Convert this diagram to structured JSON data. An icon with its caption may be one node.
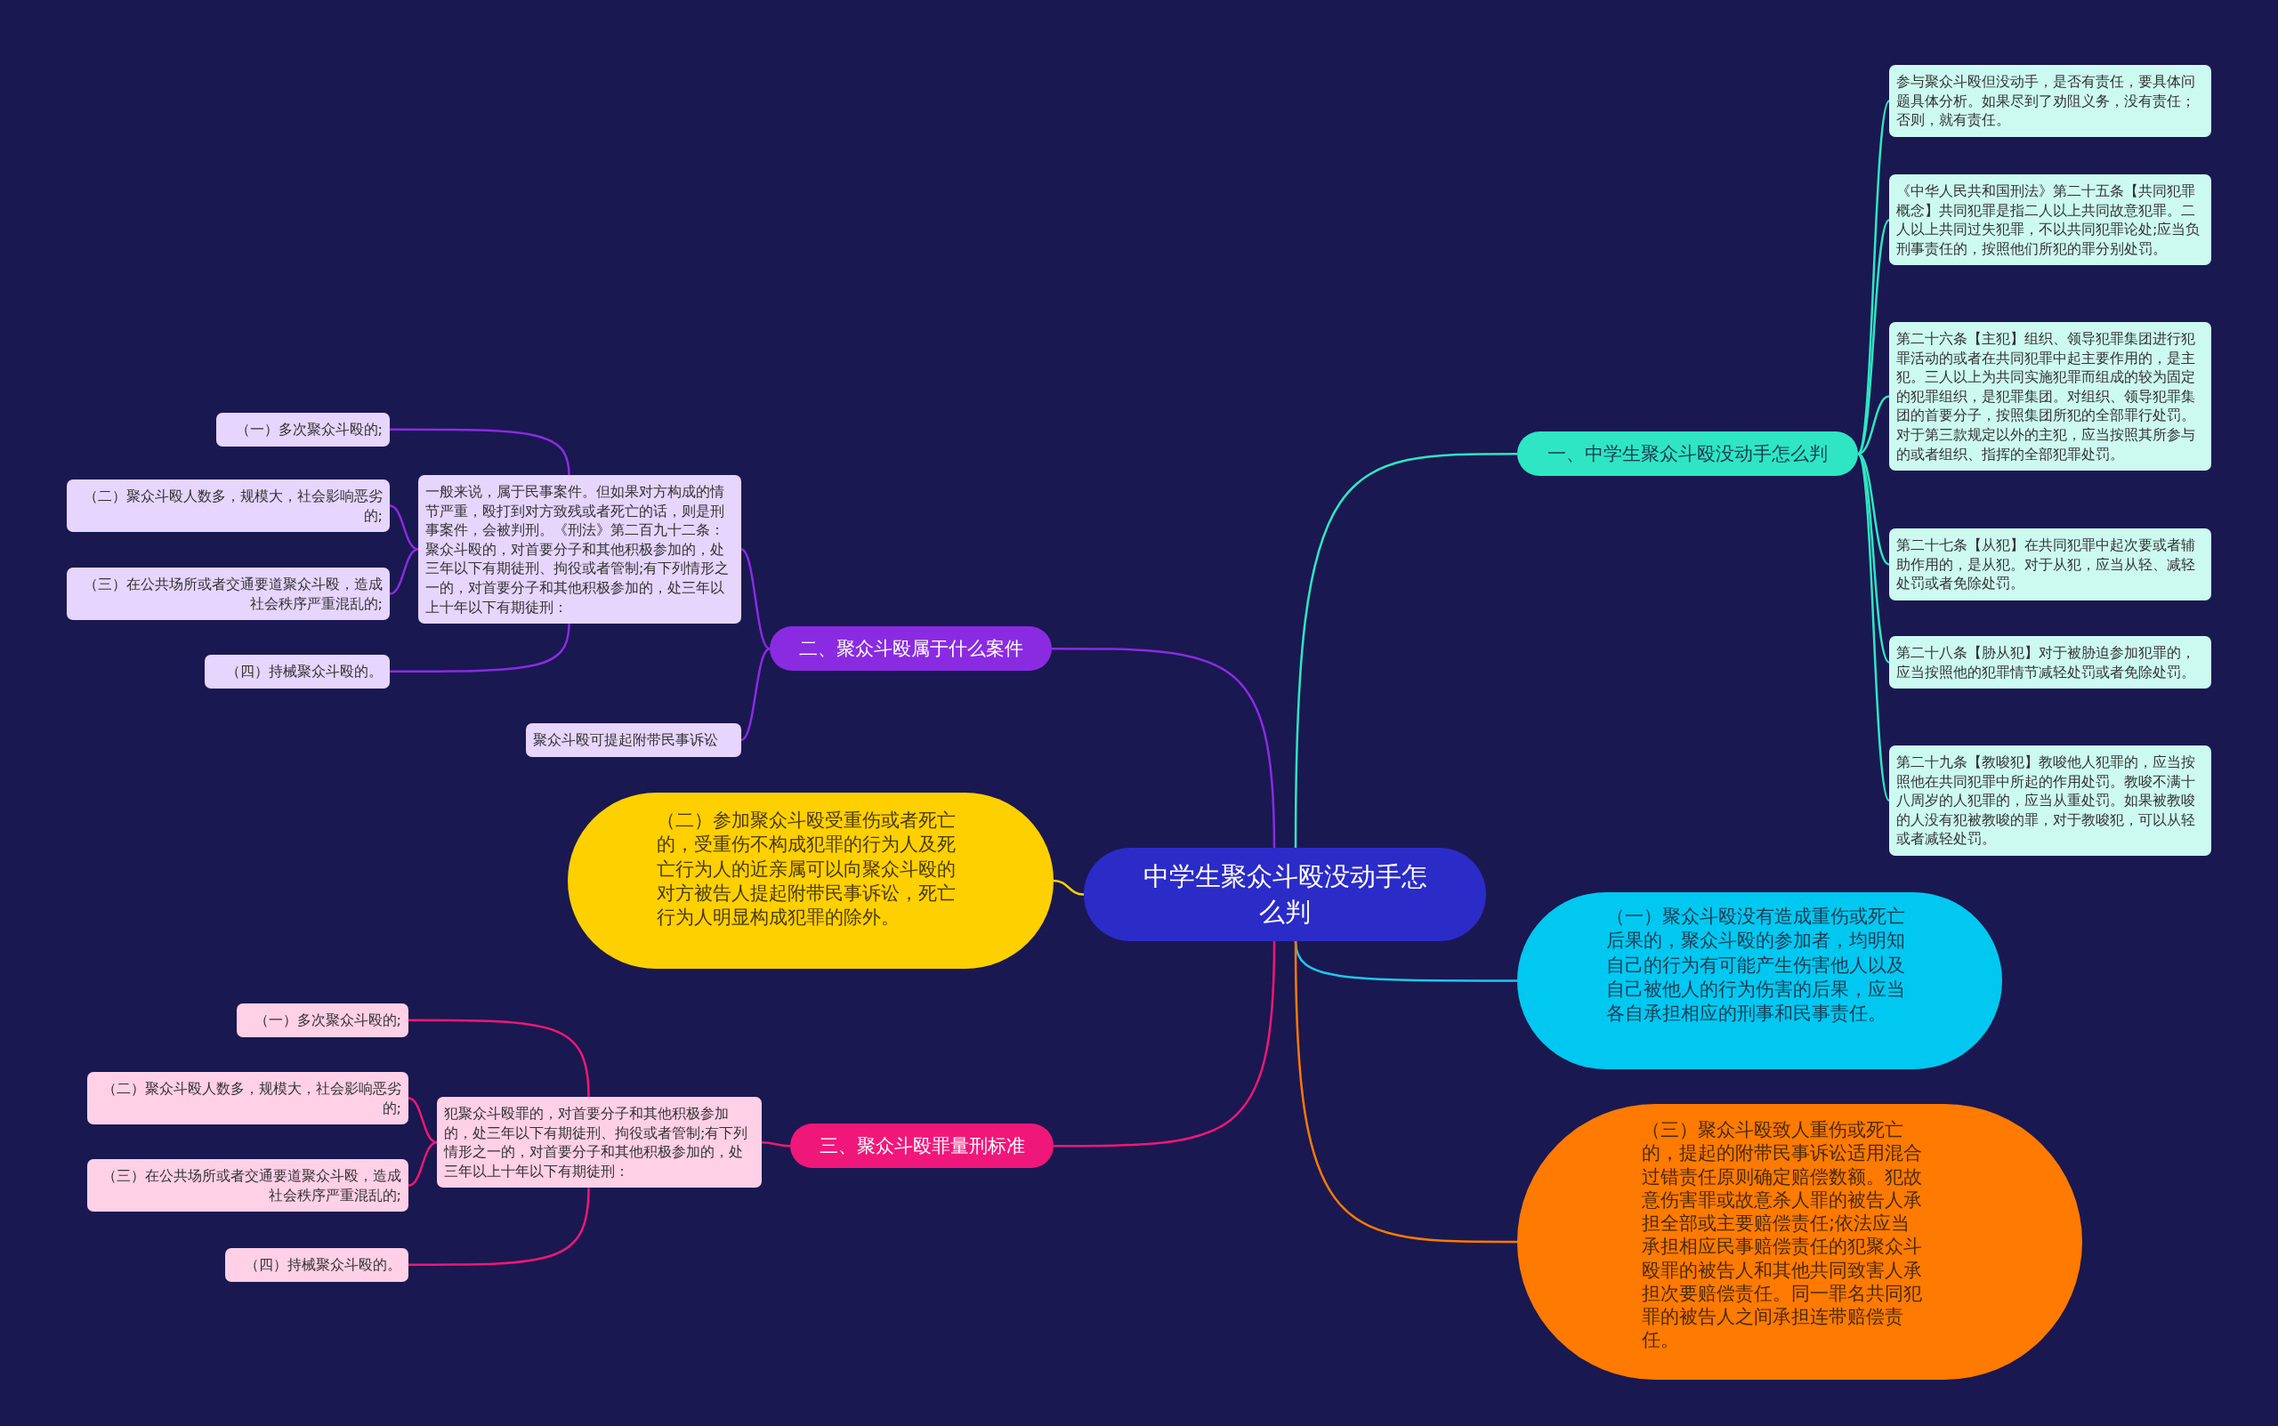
{
  "diagram": {
    "nodes": [
      {
        "text": [
          "中学生聚众斗殴没动手怎么判"
        ]
      },
      {
        "text": [
          "一、中学生聚众斗殴没动手怎么判"
        ]
      },
      {
        "text": [
          "参与聚众斗殴但没动手，是否有责任，要具体问题具体分析。如果尽到了劝阻义务，没有责任；否则，就有责任。"
        ]
      },
      {
        "text": [
          "《中华人民共和国刑法》第二十五条【共同犯罪概念】共同犯罪是指二人以上共同故意犯罪。二人以上共同过失犯罪，不以共同犯罪论处;应当负刑事责任的，按照他们所犯的罪分别处罚。"
        ]
      },
      {
        "text": [
          "第二十六条【主犯】组织、领导犯罪集团进行犯罪活动的或者在共同犯罪中起主要作用的，是主犯。三人以上为共同实施犯罪而组成的较为固定的犯罪组织，是犯罪集团。对组织、领导犯罪集团的首要分子，按照集团所犯的全部罪行处罚。对于第三款规定以外的主犯，应当按照其所参与的或者组织、指挥的全部犯罪处罚。"
        ]
      },
      {
        "text": [
          "第二十七条【从犯】在共同犯罪中起次要或者辅助作用的，是从犯。对于从犯，应当从轻、减轻处罚或者免除处罚。"
        ]
      },
      {
        "text": [
          "第二十八条【胁从犯】对于被胁迫参加犯罪的，应当按照他的犯罪情节减轻处罚或者免除处罚。"
        ]
      },
      {
        "text": [
          "第二十九条【教唆犯】教唆他人犯罪的，应当按照他在共同犯罪中所起的作用处罚。教唆不满十八周岁的人犯罪的，应当从重处罚。如果被教唆的人没有犯被教唆的罪，对于教唆犯，可以从轻或者减轻处罚。"
        ]
      },
      {
        "text": [
          "二、聚众斗殴属于什么案件"
        ]
      },
      {
        "text": [
          "一般来说，属于民事案件。但如果对方构成的情节严重，殴打到对方致残或者死亡的话，则是刑事案件，会被判刑。《刑法》第二百九十二条：聚众斗殴的，对首要分子和其他积极参加的，处三年以下有期徒刑、拘役或者管制;有下列情形之一的，对首要分子和其他积极参加的，处三年以上十年以下有期徒刑："
        ]
      },
      {
        "text": [
          "（一）多次聚众斗殴的;"
        ]
      },
      {
        "text": [
          "（二）聚众斗殴人数多，规模大，社会影响恶劣的;"
        ]
      },
      {
        "text": [
          "（三）在公共场所或者交通要道聚众斗殴，造成社会秩序严重混乱的;"
        ]
      },
      {
        "text": [
          "（四）持械聚众斗殴的。"
        ]
      },
      {
        "text": [
          "聚众斗殴可提起附带民事诉讼"
        ]
      },
      {
        "text": [
          "（二）参加聚众斗殴受重伤或者死亡的，受重伤不构成犯罪的行为人及死亡行为人的近亲属可以向聚众斗殴的对方被告人提起附带民事诉讼，死亡行为人明显构成犯罪的除外。"
        ]
      },
      {
        "text": [
          "（一）聚众斗殴没有造成重伤或死亡后果的，聚众斗殴的参加者，均明知自己的行为有可能产生伤害他人以及自己被他人的行为伤害的后果，应当各自承担相应的刑事和民事责任。"
        ]
      },
      {
        "text": [
          "（三）聚众斗殴致人重伤或死亡的，提起的附带民事诉讼适用混合过错责任原则确定赔偿数额。犯故意伤害罪或故意杀人罪的被告人承担全部或主要赔偿责任;依法应当承担相应民事赔偿责任的犯聚众斗殴罪的被告人和其他共同致害人承担次要赔偿责任。同一罪名共同犯罪的被告人之间承担连带赔偿责任。"
        ]
      },
      {
        "text": [
          "三、聚众斗殴罪量刑标准"
        ]
      },
      {
        "text": [
          "犯聚众斗殴罪的，对首要分子和其他积极参加的，处三年以下有期徒刑、拘役或者管制;有下列情形之一的，对首要分子和其他积极参加的，处三年以上十年以下有期徒刑："
        ]
      },
      {
        "text": [
          "（一）多次聚众斗殴的;"
        ]
      },
      {
        "text": [
          "（二）聚众斗殴人数多，规模大，社会影响恶劣的;"
        ]
      },
      {
        "text": [
          "（三）在公共场所或者交通要道聚众斗殴，造成社会秩序严重混乱的;"
        ]
      },
      {
        "text": [
          "（四）持械聚众斗殴的。"
        ]
      }
    ],
    "edges": [
      {
        "from": 0,
        "to": 1,
        "arrow": "none",
        "color": "#2ee6c4"
      },
      {
        "from": 1,
        "to": 2,
        "arrow": "none",
        "color": "#2ee6c4"
      },
      {
        "from": 1,
        "to": 3,
        "arrow": "none",
        "color": "#2ee6c4"
      },
      {
        "from": 1,
        "to": 4,
        "arrow": "none",
        "color": "#2ee6c4"
      },
      {
        "from": 1,
        "to": 5,
        "arrow": "none",
        "color": "#2ee6c4"
      },
      {
        "from": 1,
        "to": 6,
        "arrow": "none",
        "color": "#2ee6c4"
      },
      {
        "from": 1,
        "to": 7,
        "arrow": "none",
        "color": "#2ee6c4"
      },
      {
        "from": 0,
        "to": 8,
        "arrow": "none",
        "color": "#8a2be2"
      },
      {
        "from": 8,
        "to": 9,
        "arrow": "none",
        "color": "#8a2be2"
      },
      {
        "from": 9,
        "to": 10,
        "arrow": "none",
        "color": "#8a2be2"
      },
      {
        "from": 9,
        "to": 11,
        "arrow": "none",
        "color": "#8a2be2"
      },
      {
        "from": 9,
        "to": 12,
        "arrow": "none",
        "color": "#8a2be2"
      },
      {
        "from": 9,
        "to": 13,
        "arrow": "none",
        "color": "#8a2be2"
      },
      {
        "from": 8,
        "to": 14,
        "arrow": "none",
        "color": "#8a2be2"
      },
      {
        "from": 0,
        "to": 15,
        "arrow": "none",
        "color": "#ffd000"
      },
      {
        "from": 0,
        "to": 16,
        "arrow": "none",
        "color": "#1ec8f0"
      },
      {
        "from": 0,
        "to": 17,
        "arrow": "none",
        "color": "#ff7a00"
      },
      {
        "from": 0,
        "to": 18,
        "arrow": "none",
        "color": "#f0177a"
      },
      {
        "from": 18,
        "to": 19,
        "arrow": "none",
        "color": "#f0177a"
      },
      {
        "from": 19,
        "to": 20,
        "arrow": "none",
        "color": "#f0177a"
      },
      {
        "from": 19,
        "to": 21,
        "arrow": "none",
        "color": "#f0177a"
      },
      {
        "from": 19,
        "to": 22,
        "arrow": "none",
        "color": "#f0177a"
      },
      {
        "from": 19,
        "to": 23,
        "arrow": "none",
        "color": "#f0177a"
      }
    ]
  }
}
